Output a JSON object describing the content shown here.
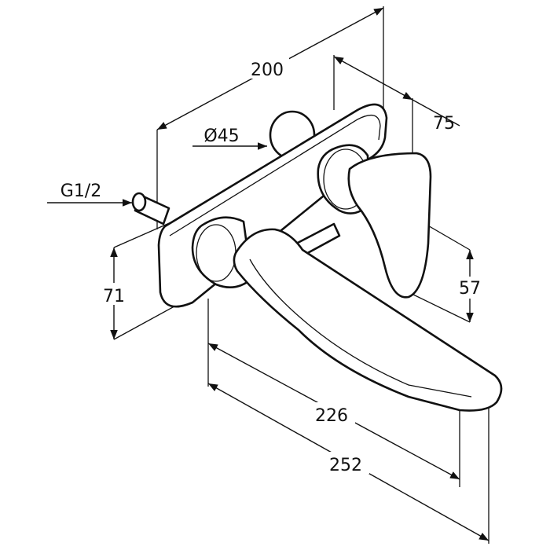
{
  "drawing": {
    "dimensions": {
      "total_width": "200",
      "handle_depth": "75",
      "diameter": "Ø45",
      "thread": "G1/2",
      "plate_height": "71",
      "handle_height": "57",
      "spout_projection": "226",
      "total_projection": "252"
    },
    "line_color": "#111111",
    "background": "#ffffff"
  }
}
